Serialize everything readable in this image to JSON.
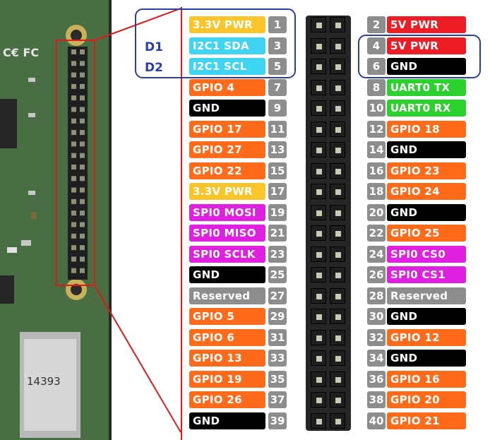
{
  "colors": {
    "power33": "#f9c52a",
    "power5": "#ee1c25",
    "i2c": "#40d4f3",
    "gpio": "#ff6b1a",
    "gnd": "#000000",
    "uart": "#2dd12d",
    "spi": "#e020e0",
    "reserved": "#8d8d8d",
    "highlight_box": "#2b3ea5",
    "zoom_line": "#e01818"
  },
  "annotations": {
    "d1": "D1",
    "d2": "D2"
  },
  "board": {
    "chip_text": "14393"
  },
  "left_pins": [
    {
      "num": "1",
      "label": "3.3V PWR",
      "kind": "power33"
    },
    {
      "num": "3",
      "label": "I2C1 SDA",
      "kind": "i2c"
    },
    {
      "num": "5",
      "label": "I2C1 SCL",
      "kind": "i2c"
    },
    {
      "num": "7",
      "label": "GPIO 4",
      "kind": "gpio"
    },
    {
      "num": "9",
      "label": "GND",
      "kind": "gnd"
    },
    {
      "num": "11",
      "label": "GPIO 17",
      "kind": "gpio"
    },
    {
      "num": "13",
      "label": "GPIO 27",
      "kind": "gpio"
    },
    {
      "num": "15",
      "label": "GPIO 22",
      "kind": "gpio"
    },
    {
      "num": "17",
      "label": "3.3V PWR",
      "kind": "power33"
    },
    {
      "num": "19",
      "label": "SPI0 MOSI",
      "kind": "spi"
    },
    {
      "num": "21",
      "label": "SPI0 MISO",
      "kind": "spi"
    },
    {
      "num": "23",
      "label": "SPI0 SCLK",
      "kind": "spi"
    },
    {
      "num": "25",
      "label": "GND",
      "kind": "gnd"
    },
    {
      "num": "27",
      "label": "Reserved",
      "kind": "reserved"
    },
    {
      "num": "29",
      "label": "GPIO 5",
      "kind": "gpio"
    },
    {
      "num": "31",
      "label": "GPIO 6",
      "kind": "gpio"
    },
    {
      "num": "33",
      "label": "GPIO 13",
      "kind": "gpio"
    },
    {
      "num": "35",
      "label": "GPIO 19",
      "kind": "gpio"
    },
    {
      "num": "37",
      "label": "GPIO 26",
      "kind": "gpio"
    },
    {
      "num": "39",
      "label": "GND",
      "kind": "gnd"
    }
  ],
  "right_pins": [
    {
      "num": "2",
      "label": "5V PWR",
      "kind": "power5"
    },
    {
      "num": "4",
      "label": "5V PWR",
      "kind": "power5"
    },
    {
      "num": "6",
      "label": "GND",
      "kind": "gnd"
    },
    {
      "num": "8",
      "label": "UART0 TX",
      "kind": "uart"
    },
    {
      "num": "10",
      "label": "UART0 RX",
      "kind": "uart"
    },
    {
      "num": "12",
      "label": "GPIO 18",
      "kind": "gpio"
    },
    {
      "num": "14",
      "label": "GND",
      "kind": "gnd"
    },
    {
      "num": "16",
      "label": "GPIO 23",
      "kind": "gpio"
    },
    {
      "num": "18",
      "label": "GPIO 24",
      "kind": "gpio"
    },
    {
      "num": "20",
      "label": "GND",
      "kind": "gnd"
    },
    {
      "num": "22",
      "label": "GPIO 25",
      "kind": "gpio"
    },
    {
      "num": "24",
      "label": "SPI0 CS0",
      "kind": "spi"
    },
    {
      "num": "26",
      "label": "SPI0 CS1",
      "kind": "spi"
    },
    {
      "num": "28",
      "label": "Reserved",
      "kind": "reserved"
    },
    {
      "num": "30",
      "label": "GND",
      "kind": "gnd"
    },
    {
      "num": "32",
      "label": "GPIO 12",
      "kind": "gpio"
    },
    {
      "num": "34",
      "label": "GND",
      "kind": "gnd"
    },
    {
      "num": "36",
      "label": "GPIO 16",
      "kind": "gpio"
    },
    {
      "num": "38",
      "label": "GPIO 20",
      "kind": "gpio"
    },
    {
      "num": "40",
      "label": "GPIO 21",
      "kind": "gpio"
    }
  ]
}
